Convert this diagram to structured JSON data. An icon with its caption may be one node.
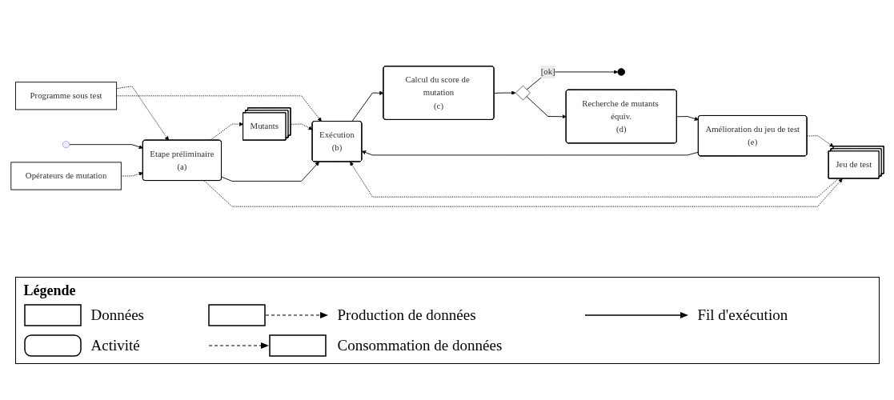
{
  "diagram": {
    "nodes": [
      {
        "text": [
          "Programme sous test"
        ]
      },
      {
        "text": [],
        "shape": "circle"
      },
      {
        "text": [
          "Etape préliminaire",
          "(a)"
        ]
      },
      {
        "text": [
          "Opérateurs de mutation"
        ]
      },
      {
        "text": [
          "Mutants"
        ]
      },
      {
        "text": [
          "Jeu de test"
        ]
      },
      {
        "text": [
          "Exécution",
          "(b)"
        ]
      },
      {
        "text": [
          "Calcul du score de mutation",
          "(c)"
        ]
      },
      {
        "text": [],
        "shape": "diamond"
      },
      {
        "text": [],
        "shape": "circle"
      },
      {
        "text": [
          "Recherche de mutants équiv.",
          "(d)"
        ]
      },
      {
        "text": [
          "Amélioration du jeu de test",
          "(e)"
        ]
      }
    ],
    "edges": [
      {
        "from": 0,
        "to": 2,
        "arrow": "to",
        "style": "dashed"
      },
      {
        "from": 0,
        "to": 6,
        "arrow": "to",
        "style": "dashed"
      },
      {
        "from": 1,
        "to": 2,
        "arrow": "to"
      },
      {
        "from": 3,
        "to": 2,
        "arrow": "to",
        "style": "dashed"
      },
      {
        "from": 2,
        "to": 4,
        "arrow": "to",
        "style": "dashed"
      },
      {
        "from": 2,
        "to": 6,
        "arrow": "to"
      },
      {
        "from": 2,
        "to": 5,
        "arrow": "to",
        "style": "dashed"
      },
      {
        "from": 4,
        "to": 6,
        "arrow": "to",
        "style": "dashed"
      },
      {
        "from": 5,
        "to": 6,
        "arrow": "to",
        "style": "dashed"
      },
      {
        "from": 6,
        "to": 7,
        "arrow": "to"
      },
      {
        "from": 7,
        "to": 8,
        "arrow": "to"
      },
      {
        "from": 8,
        "to": 9,
        "arrow": "to",
        "label": "[ok]"
      },
      {
        "from": 8,
        "to": 10,
        "arrow": "to"
      },
      {
        "from": 10,
        "to": 11,
        "arrow": "to"
      },
      {
        "from": 11,
        "to": 6,
        "arrow": "to"
      },
      {
        "from": 11,
        "to": 5,
        "arrow": "to",
        "style": "dashed"
      }
    ],
    "labels": [
      "Légende"
    ],
    "legend": [
      {
        "text": "Données"
      },
      {
        "text": "Production de données"
      },
      {
        "text": "Fil d'exécution"
      },
      {
        "text": "Activité"
      },
      {
        "text": "Consommation de données"
      }
    ]
  }
}
